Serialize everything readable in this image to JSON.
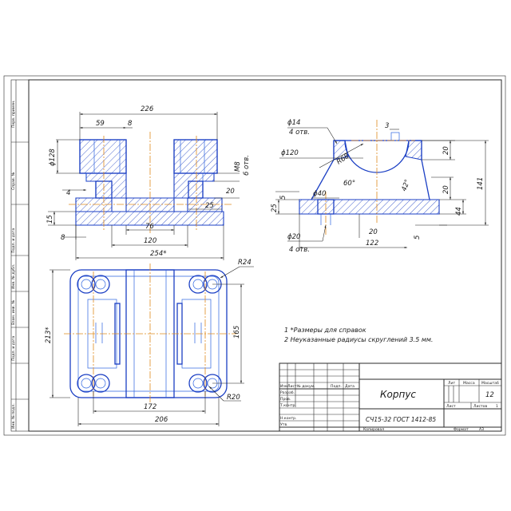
{
  "top_view": {
    "dims": {
      "overall_width": "226",
      "left_offset": "59",
      "small_step": "8",
      "bore_dia": "ϕ128",
      "thread": "M8",
      "thread_count": "6 отв.",
      "flange_thickness": "20",
      "pocket_depth": "4",
      "base_height": "15",
      "base_step": "8",
      "inner_step": "25",
      "center_gap": "76",
      "base_span": "120",
      "base_length": "254*"
    }
  },
  "side_view": {
    "dims": {
      "small_hole": "ϕ14",
      "small_hole_count": "4 отв.",
      "top_small": "3",
      "big_dia": "ϕ120",
      "radius_r68": "R68",
      "angle_60": "60°",
      "angle_42": "42°",
      "top_thickness": "20",
      "total_height": "141",
      "rib": "20",
      "base_thickness": "44",
      "left_5": "5",
      "left_25": "25",
      "counterbore": "ϕ40",
      "hole_20": "ϕ20",
      "hole_20_count": "4 отв.",
      "bottom_20": "20",
      "base_depth": "122",
      "bottom_5": "5"
    }
  },
  "plan_view": {
    "dims": {
      "corner_radius": "R24",
      "total_height": "213*",
      "hole_pitch_v": "165",
      "hole_pitch_h": "172",
      "total_width": "206",
      "fillet": "R20"
    }
  },
  "notes": [
    "1 *Размеры для справок",
    "2 Неуказанные радиусы скруглений 3.5 мм."
  ],
  "title_block": {
    "part_name": "Корпус",
    "material": "СЧ15-32 ГОСТ 1412-85",
    "col_lit": "Лит",
    "col_mass": "Масса",
    "col_scale": "Масштаб",
    "scale_value": "12",
    "sheet_label": "Лист",
    "sheets_label": "Листов",
    "sheets_value": "1",
    "header_cols": [
      "Изм",
      "Лист",
      "№ докум.",
      "Подп.",
      "Дата"
    ],
    "rows": [
      "Разраб.",
      "Пров.",
      "Т.контр.",
      "",
      "Н.контр.",
      "Утв."
    ],
    "copied": "Копировал",
    "format": "Формат",
    "format_value": "А3"
  },
  "side_stamp": [
    "Перв. примен.",
    "Справ. №",
    "Подп. и дата",
    "Инв. № дубл.",
    "Взам. инв. №",
    "Подп. и дата",
    "Инв. № подл."
  ]
}
